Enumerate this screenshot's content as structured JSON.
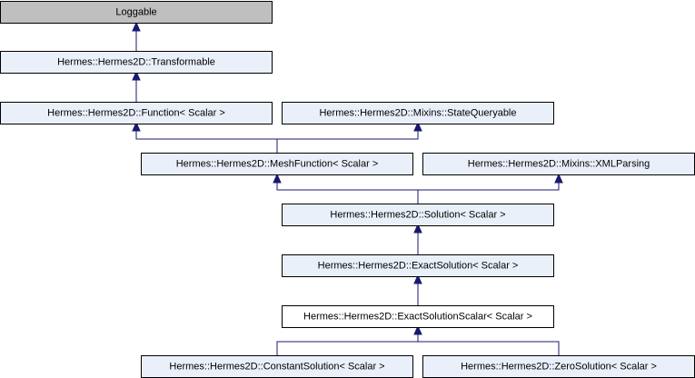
{
  "diagram": {
    "colors": {
      "node_fill": "#eaf0fa",
      "root_fill": "#bfbfbf",
      "focus_fill": "#ffffff",
      "node_border": "#000000",
      "edge": "#191970"
    },
    "nodes": {
      "loggable": {
        "label": "Loggable"
      },
      "transformable": {
        "label": "Hermes::Hermes2D::Transformable"
      },
      "function": {
        "label": "Hermes::Hermes2D::Function< Scalar >"
      },
      "state_queryable": {
        "label": "Hermes::Hermes2D::Mixins::StateQueryable"
      },
      "mesh_function": {
        "label": "Hermes::Hermes2D::MeshFunction< Scalar >"
      },
      "xml_parsing": {
        "label": "Hermes::Hermes2D::Mixins::XMLParsing"
      },
      "solution": {
        "label": "Hermes::Hermes2D::Solution< Scalar >"
      },
      "exact_solution": {
        "label": "Hermes::Hermes2D::ExactSolution< Scalar >"
      },
      "exact_solution_scalar": {
        "label": "Hermes::Hermes2D::ExactSolutionScalar< Scalar >"
      },
      "constant_solution": {
        "label": "Hermes::Hermes2D::ConstantSolution< Scalar >"
      },
      "zero_solution": {
        "label": "Hermes::Hermes2D::ZeroSolution< Scalar >"
      }
    }
  }
}
